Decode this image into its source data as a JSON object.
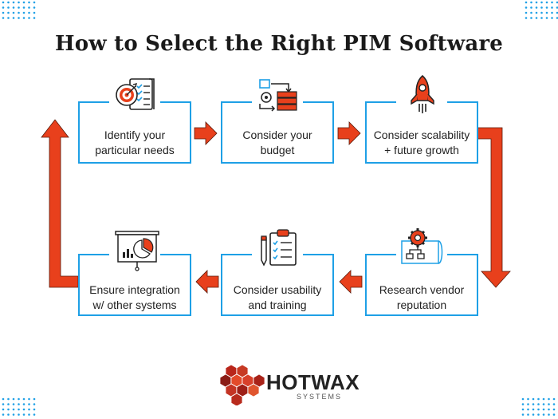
{
  "title": "How to Select the Right PIM Software",
  "steps": [
    {
      "line1": "Identify your",
      "line2": "particular needs",
      "icon": "target-checklist-icon"
    },
    {
      "line1": "Consider your",
      "line2": "budget",
      "icon": "budget-flow-icon"
    },
    {
      "line1": "Consider scalability",
      "line2": "+ future growth",
      "icon": "rocket-icon"
    },
    {
      "line1": "Research vendor",
      "line2": "reputation",
      "icon": "gear-blueprint-icon"
    },
    {
      "line1": "Consider usability",
      "line2": "and training",
      "icon": "clipboard-pencil-icon"
    },
    {
      "line1": "Ensure integration",
      "line2": "w/ other systems",
      "icon": "presentation-chart-icon"
    }
  ],
  "logo": {
    "name": "HOTWAX",
    "sub": "SYSTEMS",
    "icon": "hexagon-cluster-icon"
  },
  "colors": {
    "accent": "#e8401c",
    "box_border": "#1ea0e6",
    "dots": "#1ea0e6",
    "text": "#222222"
  }
}
